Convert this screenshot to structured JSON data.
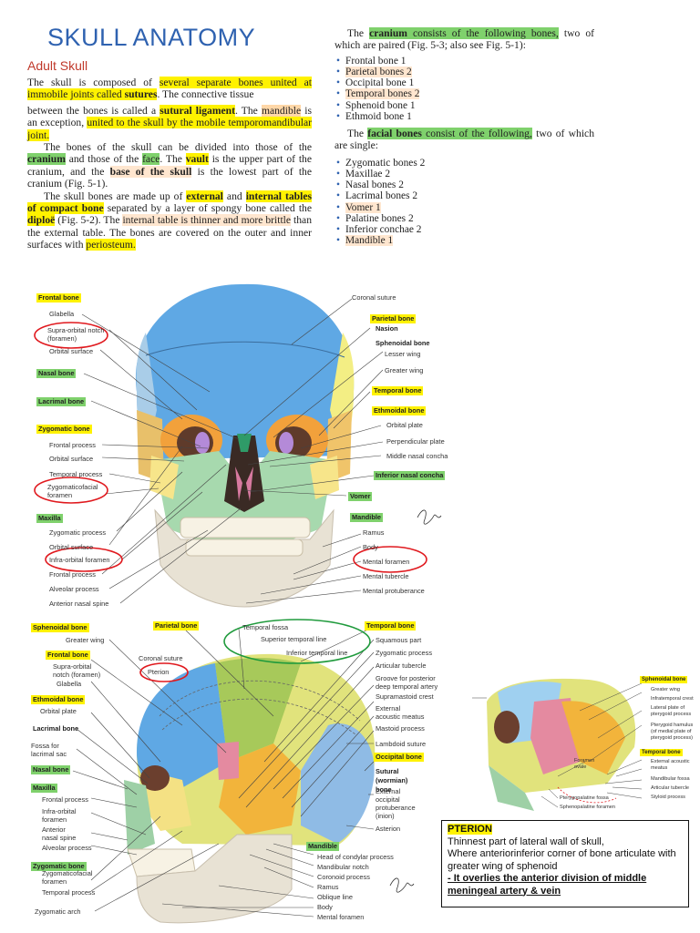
{
  "title": "SKULL ANATOMY",
  "subtitle": "Adult Skull",
  "left_text": {
    "p1_a": "The skull is composed of ",
    "p1_b": "several separate bones united at immobile joints called ",
    "p1_c": "sutures",
    "p1_d": ". The connective tissue",
    "p2_a": "between the bones is called a ",
    "p2_b": "sutural ligament",
    "p2_c": ". The ",
    "p2_d": "mandible",
    "p2_e": " is an exception, ",
    "p2_f": "united to the skull by the mobile temporomandibular joint.",
    "p3_a": "The bones of the skull can be divided into those of the ",
    "p3_b": "cranium",
    "p3_c": " and those of the ",
    "p3_d": "face",
    "p3_e": ". The ",
    "p3_f": "vault",
    "p3_g": " is the upper part of the cranium, and the ",
    "p3_h": "base of the skull",
    "p3_i": " is the lowest part of the cranium (Fig. 5-1).",
    "p4_a": "The skull bones are made up of ",
    "p4_b": "external",
    "p4_c": " and ",
    "p4_d": "internal tables of compact bone",
    "p4_e": " separated by a layer of spongy bone called the ",
    "p4_f": "diploë",
    "p4_g": " (Fig. 5-2). The ",
    "p4_h": "internal table is thinner and more brittle",
    "p4_i": " than the external table. The bones are covered on the outer and inner surfaces with ",
    "p4_j": "periosteum."
  },
  "right_text": {
    "c_a": "The ",
    "c_b": "cranium",
    "c_c": " consists of the following bones,",
    "c_d": " two of which are paired (Fig. 5-3; also see Fig. 5-1):",
    "cranium_bones": [
      "Frontal bone 1",
      "Parietal bones 2",
      "Occipital bone 1",
      "Temporal bones 2",
      "Sphenoid bone 1",
      "Ethmoid bone 1"
    ],
    "f_a": "The ",
    "f_b": "facial bones",
    "f_c": " consist of the following,",
    "f_d": " two of which are single:",
    "facial_bones": [
      "Zygomatic bones 2",
      "Maxillae 2",
      "Nasal bones 2",
      "Lacrimal bones 2",
      "Vomer 1",
      "Palatine bones 2",
      "Inferior conchae 2",
      "Mandible 1"
    ]
  },
  "anterior": {
    "tags": {
      "frontal": "Frontal bone",
      "nasal": "Nasal bone",
      "lacrimal": "Lacrimal bone",
      "zygomatic": "Zygomatic bone",
      "maxilla": "Maxilla",
      "parietal": "Parietal bone",
      "temporal": "Temporal bone",
      "ethmoidal": "Ethmoidal bone",
      "inferior_concha": "Inferior nasal concha",
      "vomer": "Vomer",
      "mandible": "Mandible",
      "nasion": "Nasion",
      "sphenoidal": "Sphenoidal bone"
    },
    "labels": {
      "glabella": "Glabella",
      "supra_orbital": "Supra-orbital notch (foramen)",
      "orbital_surface": "Orbital surface",
      "frontal_process": "Frontal process",
      "orbital_surface2": "Orbital surface",
      "temporal_process": "Temporal process",
      "zygomaticofacial": "Zygomaticofacial foramen",
      "zygomatic_process": "Zygomatic process",
      "orbital_surface3": "Orbital surface",
      "infra_orbital": "Infra-orbital foramen",
      "frontal_process2": "Frontal process",
      "alveolar_process": "Alveolar process",
      "anterior_nasal_spine": "Anterior nasal spine",
      "coronal_suture": "Coronal suture",
      "lesser_wing": "Lesser wing",
      "greater_wing": "Greater wing",
      "orbital_plate": "Orbital plate",
      "perpendicular_plate": "Perpendicular plate",
      "middle_nasal_concha": "Middle nasal concha",
      "ramus": "Ramus",
      "body": "Body",
      "mental_foramen": "Mental foramen",
      "mental_tubercle": "Mental tubercle",
      "mental_protuberance": "Mental protuberance"
    }
  },
  "lateral": {
    "tags": {
      "sphenoidal": "Sphenoidal bone",
      "parietal": "Parietal bone",
      "temporal": "Temporal bone",
      "frontal": "Frontal bone",
      "ethmoidal": "Ethmoidal bone",
      "lacrimal": "Lacrimal bone",
      "nasal": "Nasal bone",
      "maxilla": "Maxilla",
      "occipital": "Occipital bone",
      "sutural": "Sutural (wormian) bone",
      "zygomatic": "Zygomatic bone",
      "mandible": "Mandible"
    },
    "labels": {
      "greater_wing": "Greater wing",
      "coronal_suture": "Coronal suture",
      "pterion": "Pterion",
      "temporal_fossa": "Temporal fossa",
      "superior_temporal_line": "Superior temporal line",
      "inferior_temporal_line": "Inferior temporal line",
      "supra_orbital": "Supra-orbital notch (foramen)",
      "glabella": "Glabella",
      "orbital_plate": "Orbital plate",
      "fossa_lacrimal": "Fossa for lacrimal sac",
      "frontal_process": "Frontal process",
      "infra_orbital": "Infra-orbital foramen",
      "anterior_nasal_spine": "Anterior nasal spine",
      "alveolar_process": "Alveolar process",
      "zygomaticofacial": "Zygomaticofacial foramen",
      "temporal_process": "Temporal process",
      "zygomatic_arch": "Zygomatic arch",
      "squamous_part": "Squamous part",
      "zygomatic_process": "Zygomatic process",
      "articular_tubercle": "Articular tubercle",
      "groove": "Groove for posterior deep temporal artery",
      "supramastoid": "Supramastoid crest",
      "external_acoustic": "External acoustic meatus",
      "mastoid_process": "Mastoid process",
      "lambdoid": "Lambdoid suture",
      "ext_occipital": "External occipital protuberance (inion)",
      "asterion": "Asterion",
      "head_condylar": "Head of condylar process",
      "mandibular_notch": "Mandibular notch",
      "coronoid_process": "Coronoid process",
      "ramus": "Ramus",
      "oblique_line": "Oblique line",
      "body": "Body",
      "mental_foramen": "Mental foramen"
    }
  },
  "inset": {
    "tags": {
      "sphenoidal": "Sphenoidal bone",
      "temporal": "Temporal bone"
    },
    "labels": {
      "greater_wing": "Greater wing",
      "infratemporal": "Infratemporal crest",
      "lateral_plate": "Lateral plate of pterygoid process",
      "pterygoid_hamulus": "Pterygoid hamulus (of medial plate of pterygoid process)",
      "foramen_ovale": "Foramen ovale",
      "ext_acoustic": "External acoustic meatus",
      "mandibular_fossa": "Mandibular fossa",
      "articular_tubercle": "Articular tubercle",
      "styloid": "Styloid process",
      "pterygopalatine": "Pterygopalatine fossa",
      "sphenopalatine": "Sphenopalatine foramen"
    }
  },
  "pterion_box": {
    "heading": "PTERION",
    "line1": "Thinnest part of lateral wall of skull,",
    "line2": "Where anteriorinferior corner of bone articulate with greater wing of sphenoid",
    "line3": "- It overlies the anterior division of middle meningeal artery & vein"
  },
  "colors": {
    "title": "#2f62b0",
    "subtitle": "#c0392b",
    "yellow": "#fff200",
    "green": "#7fd16c",
    "orange": "#ffe6cf"
  }
}
